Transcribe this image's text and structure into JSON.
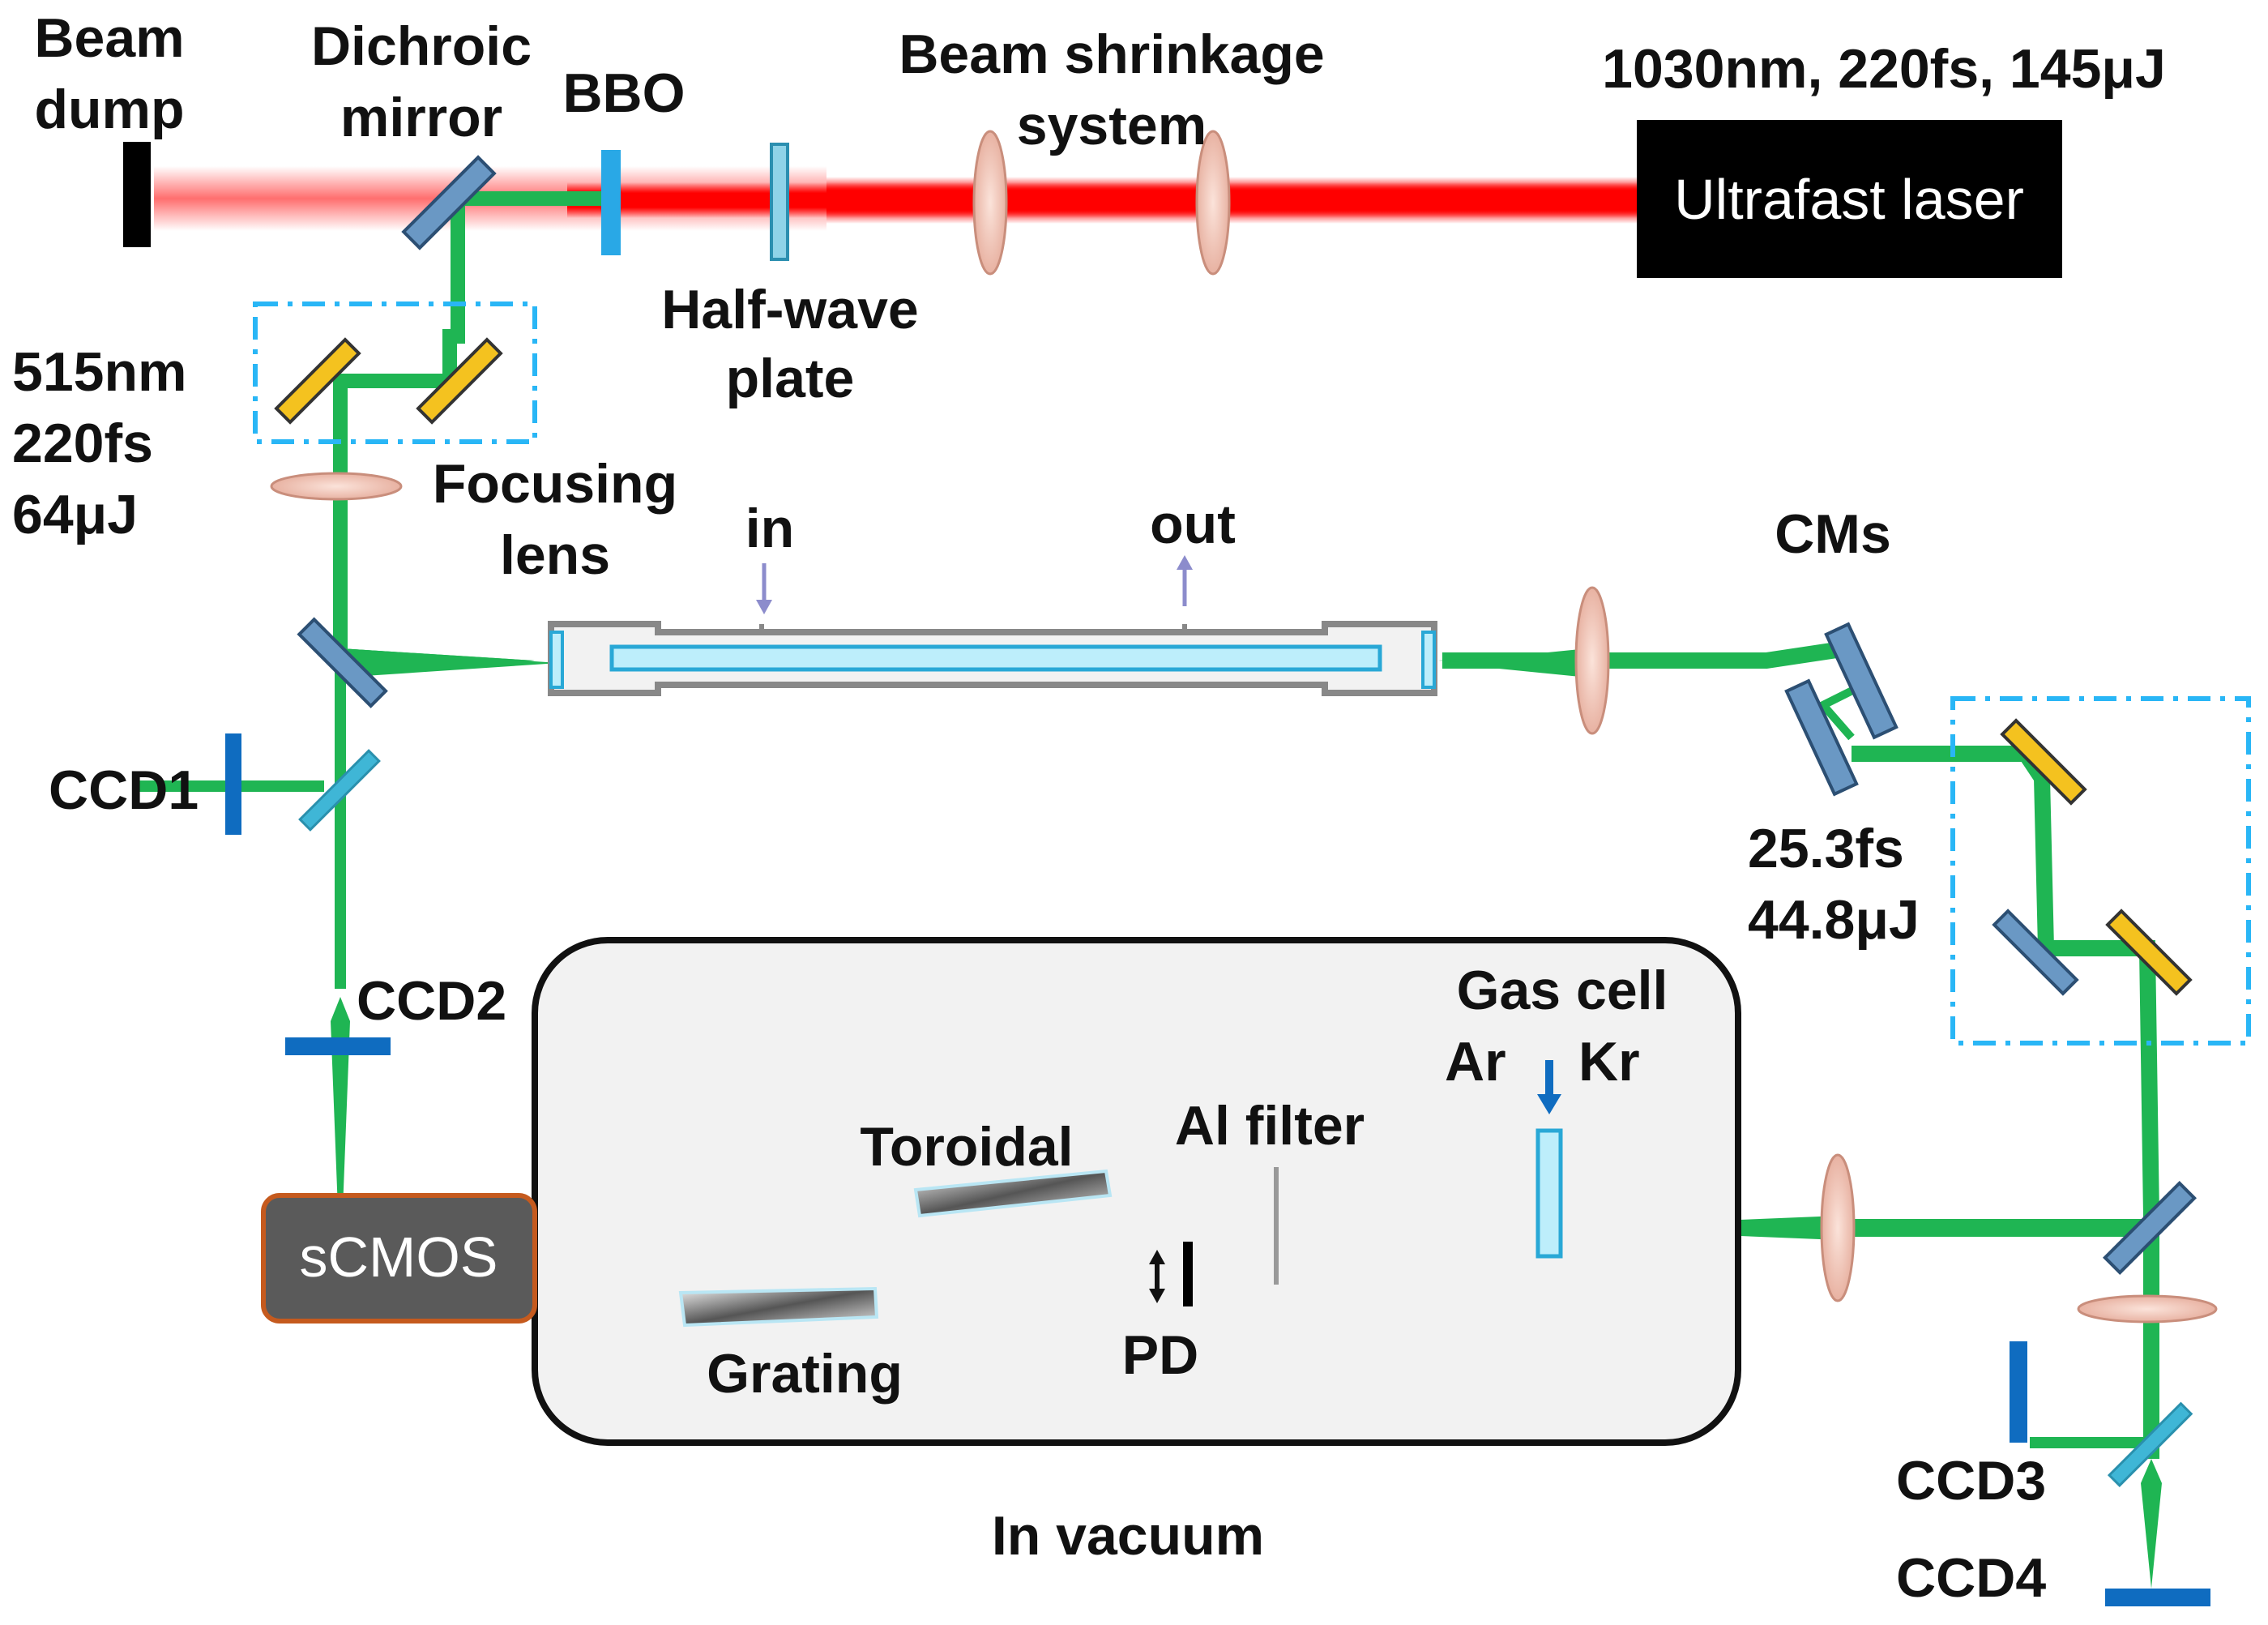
{
  "labels": {
    "beam_dump": [
      "Beam",
      "dump"
    ],
    "dichroic_mirror": [
      "Dichroic",
      "mirror"
    ],
    "bbo": "BBO",
    "beam_shrinkage": [
      "Beam shrinkage",
      "system"
    ],
    "laser_specs": "1030nm, 220fs, 145μJ",
    "ultrafast_laser": "Ultrafast laser",
    "half_wave_plate": [
      "Half-wave",
      "plate"
    ],
    "green_specs": [
      "515nm",
      "220fs",
      "64μJ"
    ],
    "focusing_lens": [
      "Focusing",
      "lens"
    ],
    "in": "in",
    "out": "out",
    "cms": "CMs",
    "ccd1": "CCD1",
    "ccd2": "CCD2",
    "ccd3": "CCD3",
    "ccd4": "CCD4",
    "compressed_specs": [
      "25.3fs",
      "44.8μJ"
    ],
    "gas_cell": "Gas cell",
    "ar": "Ar",
    "kr": "Kr",
    "al_filter": "Al filter",
    "toroidal": "Toroidal",
    "grating": "Grating",
    "pd": "PD",
    "scmos": "sCMOS",
    "in_vacuum": "In vacuum"
  },
  "colors": {
    "ir_beam": "#ff0000",
    "green_beam": "#1fb553",
    "xuv_beam": "#7d2ea8",
    "mirror_blue": "#6a98c4",
    "mirror_yellow": "#f4c21f",
    "detector_blue": "#0f6cc0",
    "lens_pink": "#f2c6b8",
    "cyan_box": "#29b6f6"
  }
}
